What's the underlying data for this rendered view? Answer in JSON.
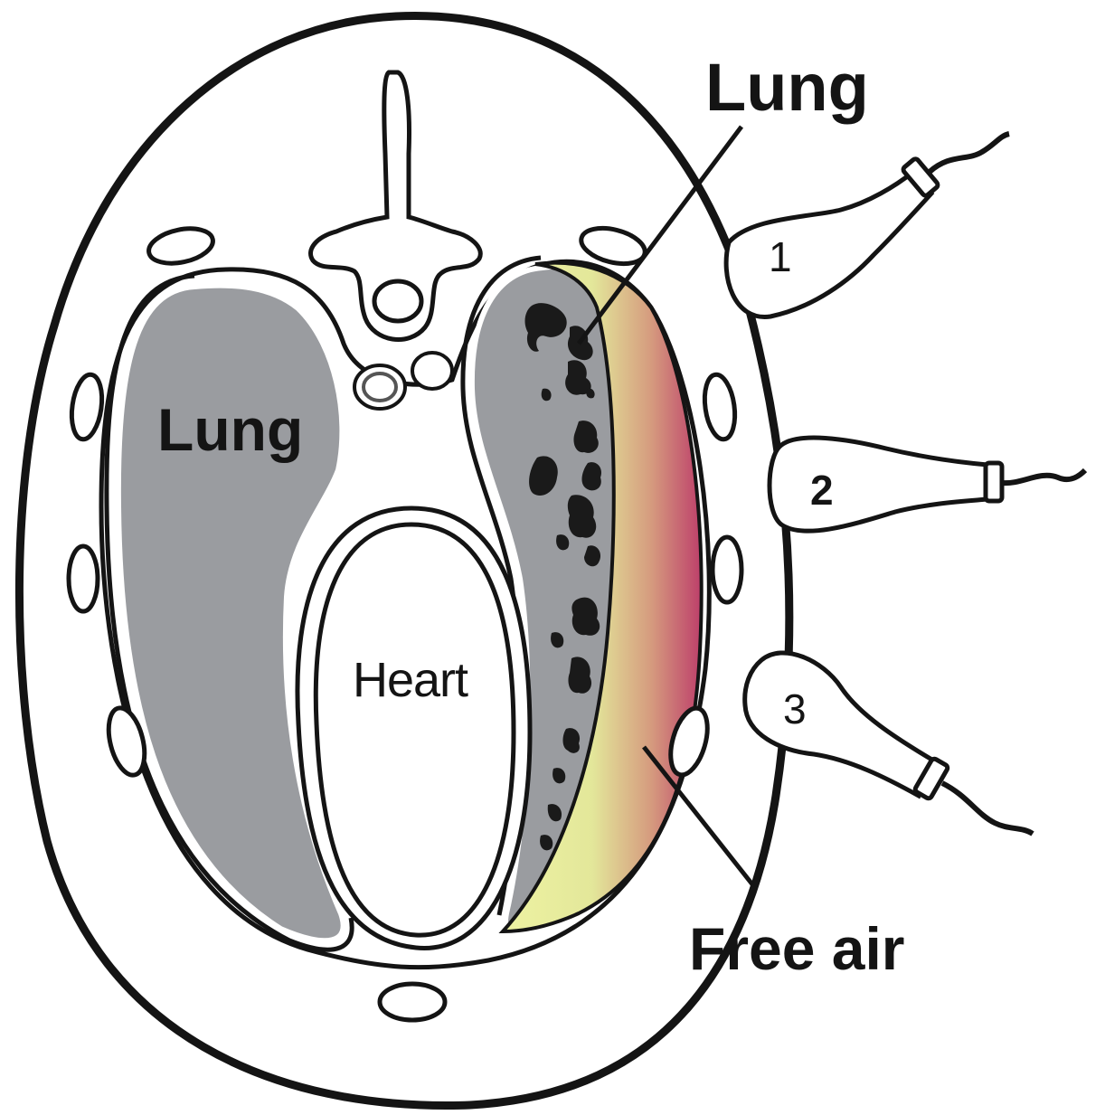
{
  "labels": {
    "lung_top": "Lung",
    "lung_left": "Lung",
    "heart": "Heart",
    "free_air": "Free air"
  },
  "probes": [
    {
      "number": "1"
    },
    {
      "number": "2"
    },
    {
      "number": "3"
    }
  ],
  "colors": {
    "outline": "#141414",
    "lung_fill": "#9a9ca0",
    "free_air_gradient": [
      "#f0f4a0",
      "#d6a080",
      "#c0406a"
    ],
    "consolidation": "#1a1a1a"
  },
  "icons": [
    "ultrasound-probe-icon",
    "vertebra-icon",
    "aorta-icon"
  ]
}
